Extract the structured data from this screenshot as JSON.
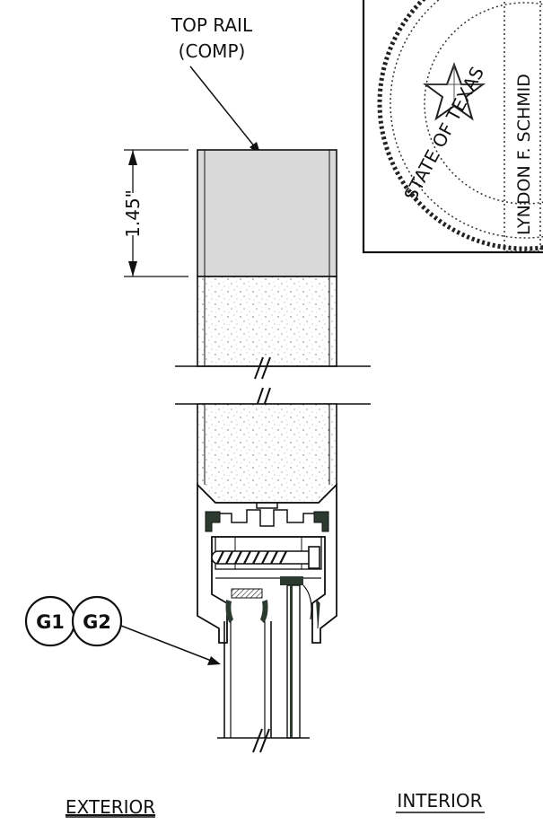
{
  "labels": {
    "top_rail_line1": "TOP RAIL",
    "top_rail_line2": "(COMP)",
    "dimension": "1.45\"",
    "tag_g1": "G1",
    "tag_g2": "G2",
    "exterior": "EXTERIOR",
    "interior": "INTERIOR"
  },
  "seal": {
    "outer_text": "STATE OF TEXAS",
    "inner_text": "LYNDON F. SCHMID"
  },
  "colors": {
    "line": "#111111",
    "top_rail_fill": "#d9d9d9",
    "gasket": "#2d3a30"
  }
}
